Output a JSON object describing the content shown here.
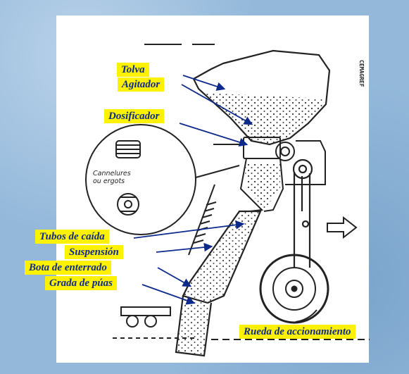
{
  "labels": {
    "tolva": "Tolva",
    "agitador": "Agitador",
    "dosificador": "Dosificador",
    "tubos_de_caida": "Tubos de caída",
    "suspension": "Suspensión",
    "bota_de_enterrado": "Bota de enterrado",
    "grada_de_puas": "Grada de púas",
    "rueda_de_accionamiento": "Rueda de accionamiento"
  },
  "inset_caption": {
    "line1": "Cannelures",
    "line2": "ou ergots"
  },
  "reference_code": "CEMAGREF",
  "colors": {
    "background": "#93b8da",
    "label_fill": "#fff200",
    "label_text": "#0d2a8a",
    "arrow": "#0d2a8a",
    "ink": "#222222"
  },
  "icons": [
    "direction-arrow-icon"
  ]
}
